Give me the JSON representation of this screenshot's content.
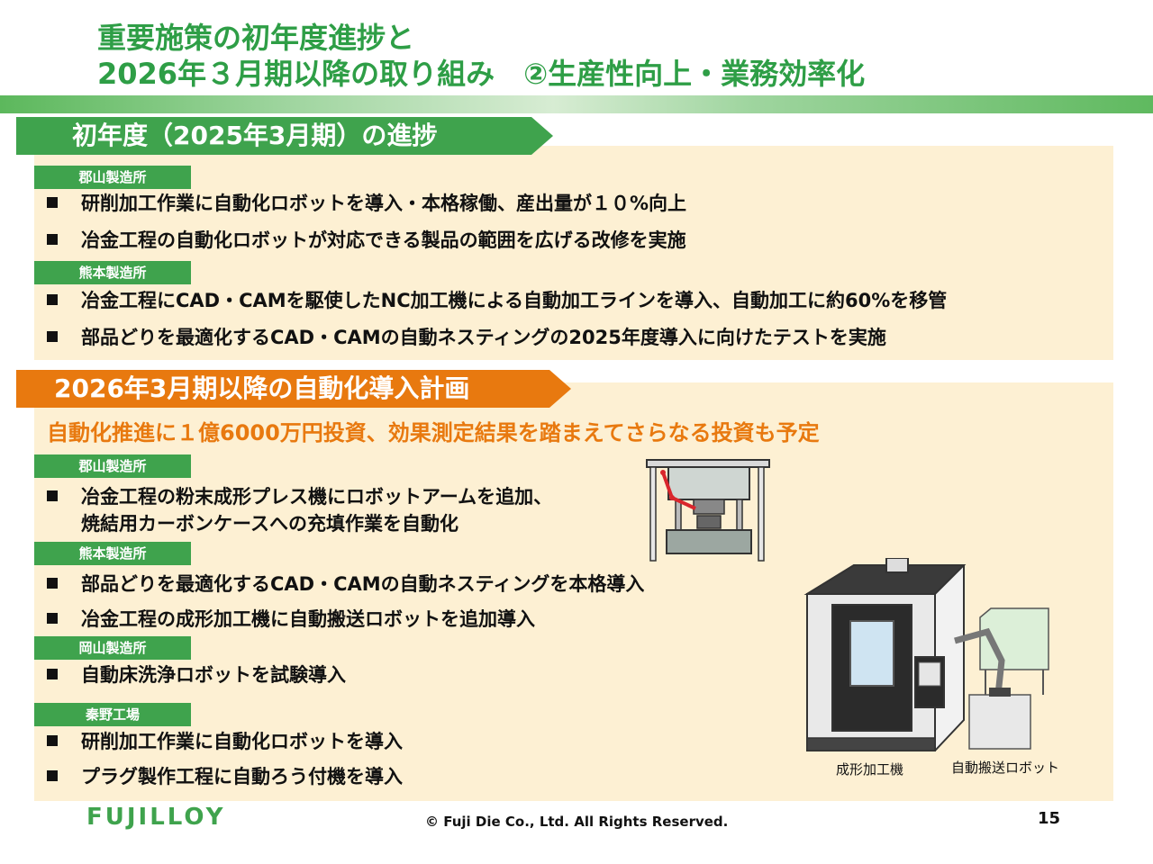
{
  "title": {
    "line1": "重要施策の初年度進捗と",
    "line2": "2026年３月期以降の取り組み　②生産性向上・業務効率化"
  },
  "section1": {
    "heading": "初年度（2025年3月期）の進捗",
    "groups": [
      {
        "site": "郡山製造所",
        "items": [
          "研削加工作業に自動化ロボットを導入・本格稼働、産出量が１０%向上",
          "冶金工程の自動化ロボットが対応できる製品の範囲を広げる改修を実施"
        ]
      },
      {
        "site": "熊本製造所",
        "items": [
          "冶金工程にCAD・CAMを駆使したNC加工機による自動加工ラインを導入、自動加工に約60%を移管",
          "部品どりを最適化するCAD・CAMの自動ネスティングの2025年度導入に向けたテストを実施"
        ]
      }
    ]
  },
  "section2": {
    "heading": "2026年3月期以降の自動化導入計画",
    "investment": "自動化推進に１億6000万円投資、効果測定結果を踏まえてさらなる投資も予定",
    "groups": [
      {
        "site": "郡山製造所",
        "items": [
          {
            "line1": "冶金工程の粉末成形プレス機にロボットアームを追加、",
            "line2": "焼結用カーボンケースへの充填作業を自動化"
          }
        ]
      },
      {
        "site": "熊本製造所",
        "items": [
          "部品どりを最適化するCAD・CAMの自動ネスティングを本格導入",
          "冶金工程の成形加工機に自動搬送ロボットを追加導入"
        ]
      },
      {
        "site": "岡山製造所",
        "items": [
          "自動床洗浄ロボットを試験導入"
        ]
      },
      {
        "site": "秦野工場",
        "items": [
          "研削加工作業に自動化ロボットを導入",
          "プラグ製作工程に自動ろう付機を導入"
        ]
      }
    ],
    "captions": {
      "machine": "成形加工機",
      "robot": "自動搬送ロボット"
    }
  },
  "footer": {
    "logo": "FUJILLOY",
    "copyright": "© Fuji Die Co., Ltd. All Rights Reserved.",
    "page": "15"
  },
  "colors": {
    "green": "#3fa34d",
    "orange": "#e8790f",
    "panel": "#fdf0d3"
  },
  "icons": [
    "press-machine-illustration",
    "cnc-machine-illustration",
    "transfer-robot-illustration"
  ]
}
